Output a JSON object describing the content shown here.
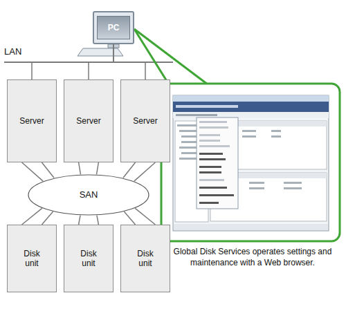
{
  "diagram": {
    "caption": "Global Disk Services operates settings and maintenance with a Web browser.",
    "nodes": [
      {
        "text": [
          "PC"
        ]
      },
      {
        "text": [
          "Server"
        ]
      },
      {
        "text": [
          "Server"
        ]
      },
      {
        "text": [
          "Server"
        ]
      },
      {
        "text": [
          "SAN"
        ]
      },
      {
        "text": [
          "Disk unit"
        ]
      },
      {
        "text": [
          "Disk unit"
        ]
      },
      {
        "text": [
          "Disk unit"
        ]
      }
    ],
    "edges": [
      {
        "from": 0,
        "to": 1,
        "arrow": "none"
      },
      {
        "from": 0,
        "to": 2,
        "arrow": "none"
      },
      {
        "from": 0,
        "to": 3,
        "arrow": "none"
      },
      {
        "from": 1,
        "to": 4,
        "arrow": "none"
      },
      {
        "from": 2,
        "to": 4,
        "arrow": "none"
      },
      {
        "from": 3,
        "to": 4,
        "arrow": "none"
      },
      {
        "from": 4,
        "to": 5,
        "arrow": "none"
      },
      {
        "from": 4,
        "to": 6,
        "arrow": "none"
      },
      {
        "from": 4,
        "to": 7,
        "arrow": "none"
      }
    ],
    "labels": [
      "LAN"
    ]
  }
}
